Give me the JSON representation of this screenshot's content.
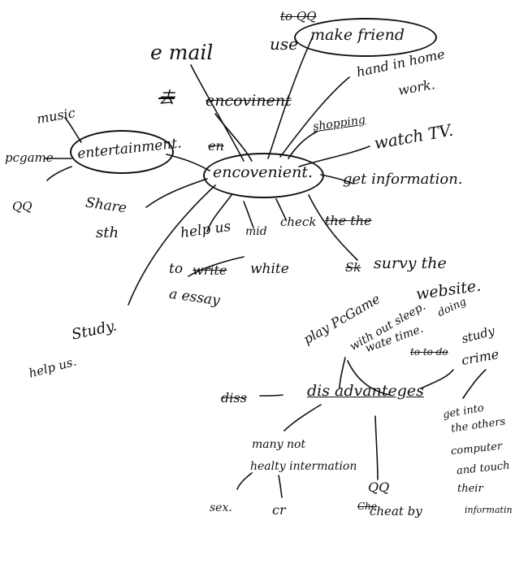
{
  "center": {
    "label": "encovenient."
  },
  "top": {
    "email": "e mail",
    "use": "use",
    "qq_strike": "to QQ",
    "make_friend": "make friend",
    "hand_in_1": "hand in home",
    "hand_in_2": "work.",
    "struck_char": "去",
    "struck_word": "encovinent",
    "shopping": "shopping",
    "watch_tv": "watch TV.",
    "en_struck": "en",
    "get_info": "get information."
  },
  "left": {
    "music": "music",
    "pcgame": "pcgame",
    "entertainment": "entertainment.",
    "qq": "QQ",
    "share_1": "Share",
    "share_2": "sth",
    "study": "Study.",
    "help_us": "help us."
  },
  "middle": {
    "help_us_mid": "help us",
    "mid": "mid",
    "check": "check",
    "the_struck": "the the",
    "to": "to",
    "write_struck": "write",
    "white": "white",
    "a_essay": "a essay",
    "sk_struck": "Sk",
    "survy_the": "survy the",
    "website": "website."
  },
  "disadv": {
    "play_1": "play PcGame",
    "play_2": "with out sleep.",
    "play_3": "wate time.",
    "doing": "doing",
    "to_struck": "to to do",
    "study": "study",
    "crime": "crime",
    "diss_struck": "diss",
    "label": "dis advanteges",
    "many_1": "many not",
    "many_2": "healty intermation",
    "sex": "sex.",
    "cr": "cr",
    "qq": "QQ",
    "cheat_struck": "Che",
    "cheat": "cheat by",
    "get_into_1": "get into",
    "get_into_2": "the others",
    "get_into_3": "computer",
    "get_into_4": "and touch",
    "get_into_5": "their",
    "get_into_6": "informatin"
  }
}
